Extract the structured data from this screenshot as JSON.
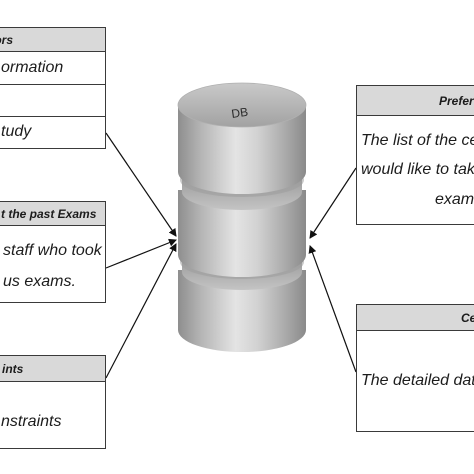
{
  "database": {
    "label": "DB"
  },
  "boxes": {
    "factors": {
      "title": "ctors",
      "rows": [
        "ormation",
        "",
        "tudy"
      ]
    },
    "past_exams": {
      "title": "t the past Exams",
      "lines": [
        "staff who took",
        "us exams."
      ]
    },
    "constraints": {
      "title": "ints",
      "lines": [
        "nstraints"
      ]
    },
    "preferences": {
      "title": "Prefere",
      "lines": [
        "The list of the cen",
        "would like to take",
        "exam"
      ]
    },
    "centers": {
      "title": "Ce",
      "lines": [
        "The detailed data"
      ]
    }
  },
  "colors": {
    "header": "#d9d9d9",
    "border": "#3a3a3a",
    "cylinder_light": "#e2e2e2",
    "cylinder_dark": "#8a8a8a"
  }
}
